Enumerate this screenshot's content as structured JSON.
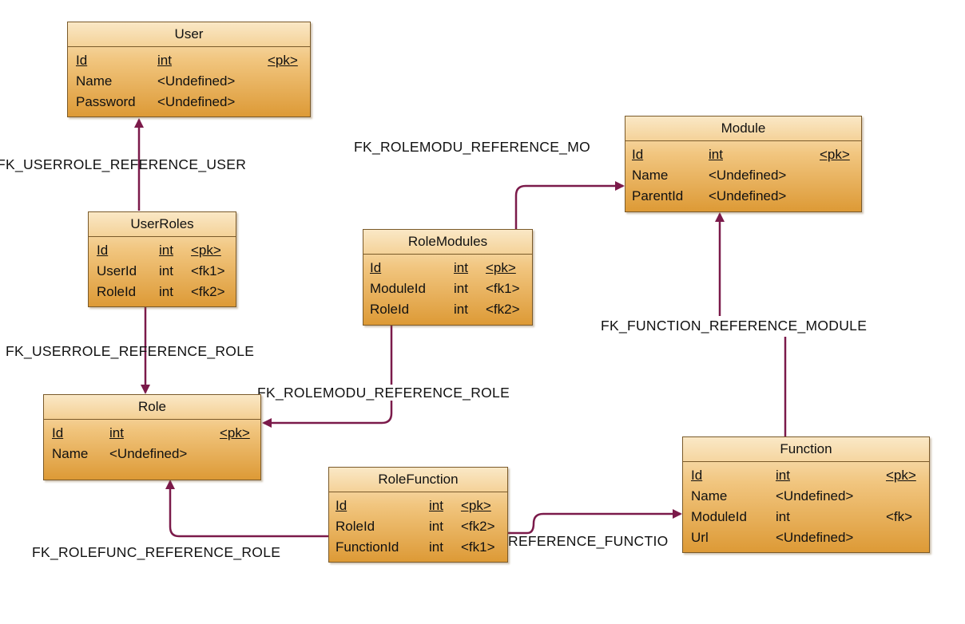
{
  "entities": {
    "user": {
      "title": "User",
      "attrs": [
        {
          "name": "Id",
          "type": "int",
          "key": "<pk>"
        },
        {
          "name": "Name",
          "type": "<Undefined>",
          "key": ""
        },
        {
          "name": "Password",
          "type": "<Undefined>",
          "key": ""
        }
      ]
    },
    "userroles": {
      "title": "UserRoles",
      "attrs": [
        {
          "name": "Id",
          "type": "int",
          "key": "<pk>"
        },
        {
          "name": "UserId",
          "type": "int",
          "key": "<fk1>"
        },
        {
          "name": "RoleId",
          "type": "int",
          "key": "<fk2>"
        }
      ]
    },
    "role": {
      "title": "Role",
      "attrs": [
        {
          "name": "Id",
          "type": "int",
          "key": "<pk>"
        },
        {
          "name": "Name",
          "type": "<Undefined>",
          "key": ""
        }
      ]
    },
    "rolemodules": {
      "title": "RoleModules",
      "attrs": [
        {
          "name": "Id",
          "type": "int",
          "key": "<pk>"
        },
        {
          "name": "ModuleId",
          "type": "int",
          "key": "<fk1>"
        },
        {
          "name": "RoleId",
          "type": "int",
          "key": "<fk2>"
        }
      ]
    },
    "module": {
      "title": "Module",
      "attrs": [
        {
          "name": "Id",
          "type": "int",
          "key": "<pk>"
        },
        {
          "name": "Name",
          "type": "<Undefined>",
          "key": ""
        },
        {
          "name": "ParentId",
          "type": "<Undefined>",
          "key": ""
        }
      ]
    },
    "rolefunction": {
      "title": "RoleFunction",
      "attrs": [
        {
          "name": "Id",
          "type": "int",
          "key": "<pk>"
        },
        {
          "name": "RoleId",
          "type": "int",
          "key": "<fk2>"
        },
        {
          "name": "FunctionId",
          "type": "int",
          "key": "<fk1>"
        }
      ]
    },
    "function": {
      "title": "Function",
      "attrs": [
        {
          "name": "Id",
          "type": "int",
          "key": "<pk>"
        },
        {
          "name": "Name",
          "type": "<Undefined>",
          "key": ""
        },
        {
          "name": "ModuleId",
          "type": "int",
          "key": "<fk>"
        },
        {
          "name": "Url",
          "type": "<Undefined>",
          "key": ""
        }
      ]
    }
  },
  "relationships": {
    "fk_userrole_user": "FK_USERROLE_REFERENCE_USER",
    "fk_userrole_role": "FK_USERROLE_REFERENCE_ROLE",
    "fk_rolemodu_module": "FK_ROLEMODU_REFERENCE_MO",
    "fk_rolemodu_role": "FK_ROLEMODU_REFERENCE_ROLE",
    "fk_function_module": "FK_FUNCTION_REFERENCE_MODULE",
    "fk_rolefunc_role": "FK_ROLEFUNC_REFERENCE_ROLE",
    "fk_rolefunc_function": "REFERENCE_FUNCTIO"
  },
  "colors": {
    "connector": "#7b1a4a",
    "entity_border": "#7a5a2a",
    "entity_fill_top": "#fae8c6",
    "entity_fill_bottom": "#dd9a36"
  }
}
